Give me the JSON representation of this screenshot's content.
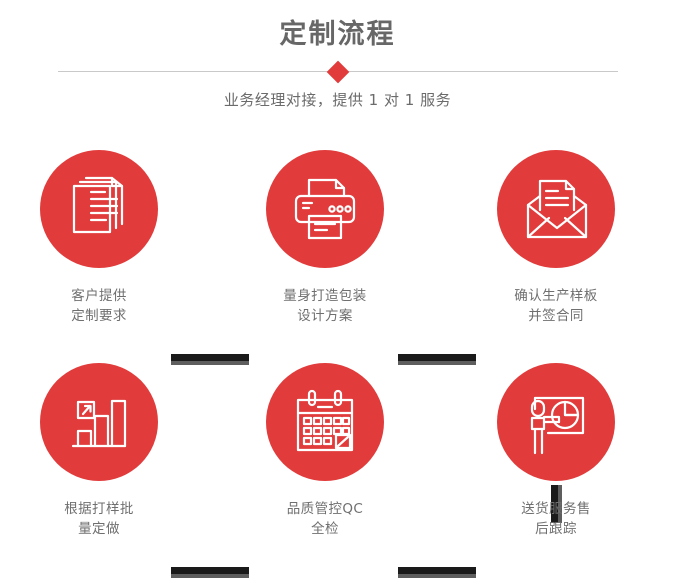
{
  "header": {
    "title": "定制流程",
    "subtitle": "业务经理对接，提供 1 对 1 服务"
  },
  "colors": {
    "accent_red": "#e13b3b",
    "title_gray": "#676767",
    "caption_gray": "#6f6f6f",
    "connector_dark": "#1a1a1a",
    "connector_shadow": "#5e5e5e",
    "divider_line": "#c9c9c9"
  },
  "flow": {
    "steps": [
      {
        "id": 1,
        "icon": "documents-icon",
        "caption": "客户提供\n定制要求"
      },
      {
        "id": 2,
        "icon": "printer-icon",
        "caption": "量身打造包装\n设计方案"
      },
      {
        "id": 3,
        "icon": "envelope-letter-icon",
        "caption": "确认生产样板\n并签合同"
      },
      {
        "id": 4,
        "icon": "bar-chart-growth-icon",
        "caption": "根据打样批\n量定做"
      },
      {
        "id": 5,
        "icon": "calendar-check-icon",
        "caption": "品质管控QC\n全检"
      },
      {
        "id": 6,
        "icon": "presentation-person-icon",
        "caption": "送货服务售\n后跟踪"
      }
    ],
    "connectors": [
      {
        "id": "c1",
        "from": 1,
        "to": 2,
        "orientation": "horizontal"
      },
      {
        "id": "c2",
        "from": 2,
        "to": 3,
        "orientation": "horizontal"
      },
      {
        "id": "c3",
        "from": 3,
        "to": 6,
        "orientation": "vertical"
      },
      {
        "id": "c4",
        "from": 4,
        "to": 5,
        "orientation": "horizontal"
      },
      {
        "id": "c5",
        "from": 5,
        "to": 6,
        "orientation": "horizontal"
      }
    ]
  }
}
